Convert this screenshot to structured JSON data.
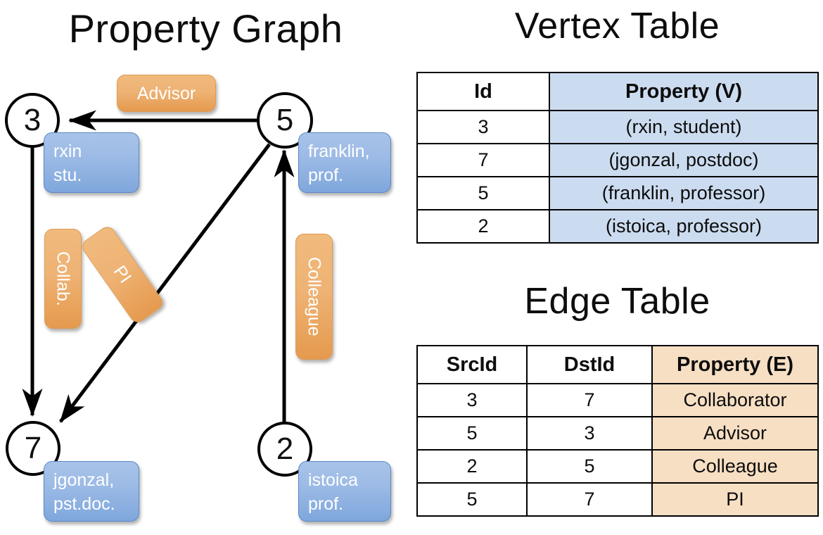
{
  "titles": {
    "property_graph": "Property Graph",
    "vertex_table": "Vertex Table",
    "edge_table": "Edge Table"
  },
  "graph": {
    "nodes": [
      {
        "id": "3",
        "label": "3",
        "property_lines": [
          "rxin",
          "stu."
        ]
      },
      {
        "id": "5",
        "label": "5",
        "property_lines": [
          "franklin,",
          "prof."
        ]
      },
      {
        "id": "7",
        "label": "7",
        "property_lines": [
          "jgonzal,",
          "pst.doc."
        ]
      },
      {
        "id": "2",
        "label": "2",
        "property_lines": [
          "istoica",
          "prof."
        ]
      }
    ],
    "vertex_property_boxes": [
      {
        "name": "rxin-property-box",
        "line1": "rxin",
        "line2": "stu."
      },
      {
        "name": "franklin-property-box",
        "line1": "franklin,",
        "line2": "prof."
      },
      {
        "name": "jgonzal-property-box",
        "line1": "jgonzal,",
        "line2": "pst.doc."
      },
      {
        "name": "istoica-property-box",
        "line1": "istoica",
        "line2": "prof."
      }
    ],
    "edge_labels": [
      {
        "name": "advisor-label",
        "text": "Advisor",
        "orientation": "horizontal"
      },
      {
        "name": "collab-label",
        "text": "Collab.",
        "orientation": "vertical"
      },
      {
        "name": "pi-label",
        "text": "PI",
        "orientation": "vertical-rotated"
      },
      {
        "name": "colleague-label",
        "text": "Colleague",
        "orientation": "vertical"
      }
    ],
    "edges": [
      {
        "name": "edge-5-to-3",
        "src": "5",
        "dst": "3",
        "label": "Advisor"
      },
      {
        "name": "edge-3-to-7",
        "src": "3",
        "dst": "7",
        "label": "Collab."
      },
      {
        "name": "edge-5-to-7",
        "src": "5",
        "dst": "7",
        "label": "PI"
      },
      {
        "name": "edge-2-to-5",
        "src": "2",
        "dst": "5",
        "label": "Colleague"
      }
    ]
  },
  "vertex_table": {
    "headers": [
      "Id",
      "Property (V)"
    ],
    "rows": [
      {
        "id": "3",
        "property": "(rxin, student)"
      },
      {
        "id": "7",
        "property": "(jgonzal, postdoc)"
      },
      {
        "id": "5",
        "property": "(franklin, professor)"
      },
      {
        "id": "2",
        "property": "(istoica, professor)"
      }
    ]
  },
  "edge_table": {
    "headers": [
      "SrcId",
      "DstId",
      "Property (E)"
    ],
    "rows": [
      {
        "src": "3",
        "dst": "7",
        "property": "Collaborator"
      },
      {
        "src": "5",
        "dst": "3",
        "property": "Advisor"
      },
      {
        "src": "2",
        "dst": "5",
        "property": "Colleague"
      },
      {
        "src": "5",
        "dst": "7",
        "property": "PI"
      }
    ]
  },
  "colors": {
    "vertex_property_fill": "#ccdcf0",
    "edge_property_fill": "#f7dfc4",
    "node_box_blue": "#9dbbe6",
    "edge_box_orange": "#eeb375",
    "stroke": "#000000",
    "background": "#ffffff"
  }
}
